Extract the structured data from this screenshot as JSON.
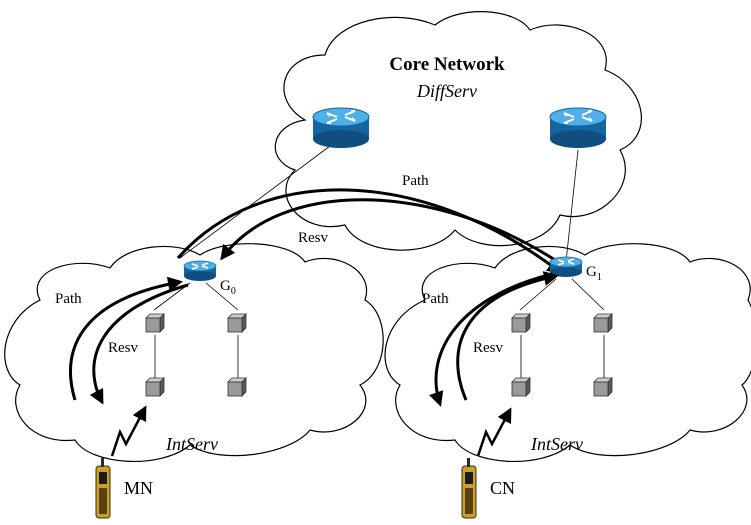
{
  "core": {
    "title": "Core Network",
    "subtitle": "DiffServ"
  },
  "left_domain": {
    "label": "IntServ",
    "gateway": "G",
    "gateway_sub": "0",
    "node": "MN"
  },
  "right_domain": {
    "label": "IntServ",
    "gateway": "G",
    "gateway_sub": "1",
    "node": "CN"
  },
  "signals": {
    "path_core": "Path",
    "resv_core": "Resv",
    "path_left": "Path",
    "resv_left": "Resv",
    "path_right": "Path",
    "resv_right": "Resv"
  },
  "icons": [
    "router-icon",
    "switch-icon",
    "mobile-phone-icon",
    "antenna-icon"
  ],
  "colors": {
    "router": "#1e88c8",
    "switch": "#7a7a7a",
    "phone": "#c8a02a",
    "arrow": "#000000"
  }
}
